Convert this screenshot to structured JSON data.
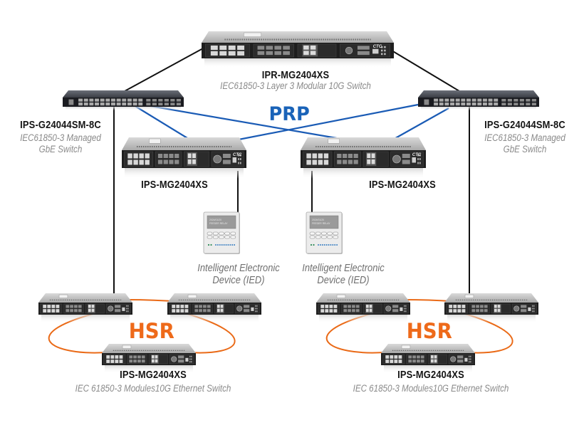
{
  "diagram": {
    "colors": {
      "prp_link": "#1a5bb5",
      "hsr_ring": "#ea6a17",
      "trunk_link": "#111111",
      "title_text": "#141414",
      "subtitle_text": "#8a8a8a",
      "prp_label": "#1a63b8",
      "hsr_label": "#ee6a1a"
    },
    "core_switch": {
      "model": "IPR-MG2404XS",
      "description": "IEC61850-3 Layer 3 Modular 10G Switch"
    },
    "left_managed_switch": {
      "model": "IPS-G24044SM-8C",
      "description_line1": "IEC61850-3 Managed",
      "description_line2": "GbE Switch"
    },
    "right_managed_switch": {
      "model": "IPS-G24044SM-8C",
      "description_line1": "IEC61850-3 Managed",
      "description_line2": "GbE Switch"
    },
    "prp": {
      "label": "PRP",
      "left_switch": {
        "model": "IPS-MG2404XS"
      },
      "right_switch": {
        "model": "IPS-MG2404XS"
      }
    },
    "ieds": [
      {
        "line1": "Intelligent Electronic",
        "line2": "Device (IED)",
        "screen_line1": "2024/01/20",
        "screen_line2": "FEEDER RELAY"
      },
      {
        "line1": "Intelligent Electronic",
        "line2": "Device (IED)",
        "screen_line1": "2024/01/20",
        "screen_line2": "FEEDER RELAY"
      }
    ],
    "hsr_rings": [
      {
        "label": "HSR",
        "model": "IPS-MG2404XS",
        "description": "IEC 61850-3 Modules10G Ethernet Switch"
      },
      {
        "label": "HSR",
        "model": "IPS-MG2404XS",
        "description": "IEC 61850-3 Modules10G Ethernet Switch"
      }
    ],
    "vendor_badge": "CTC"
  }
}
